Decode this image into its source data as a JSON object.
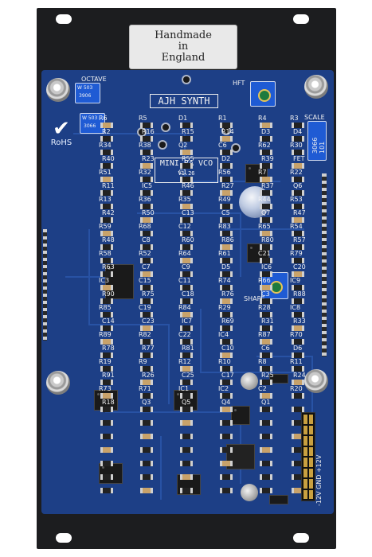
{
  "sticker": {
    "line1": "Handmade",
    "line2": "in",
    "line3": "England"
  },
  "pcb": {
    "brand": "AJH SYNTH",
    "model": "MINI RA VCO",
    "version": "V1.26",
    "rohs": "RoHS",
    "trim_octave": "OCTAVE",
    "trim_hft": "HFT",
    "trim_scale": "SCALE",
    "trim_shape": "SHAPE",
    "trim_code": "W 503",
    "trim_code2": "3906",
    "trim_code3": "3066",
    "trim_code4": "101",
    "power": "-12V GND +12V",
    "labels": [
      {
        "t": "R6"
      },
      {
        "t": "R5"
      },
      {
        "t": "D1"
      },
      {
        "t": "R1"
      },
      {
        "t": "R4"
      },
      {
        "t": "R3"
      },
      {
        "t": "R2"
      },
      {
        "t": "R16"
      },
      {
        "t": "R15"
      },
      {
        "t": "R14"
      },
      {
        "t": "D3"
      },
      {
        "t": "D4"
      },
      {
        "t": "R34"
      },
      {
        "t": "R38"
      },
      {
        "t": "Q2"
      },
      {
        "t": "C6"
      },
      {
        "t": "R62"
      },
      {
        "t": "R30"
      },
      {
        "t": "R40"
      },
      {
        "t": "R23"
      },
      {
        "t": "R55"
      },
      {
        "t": "D2"
      },
      {
        "t": "R39"
      },
      {
        "t": "FET"
      },
      {
        "t": "R51"
      },
      {
        "t": "R32"
      },
      {
        "t": "C1"
      },
      {
        "t": "R56"
      },
      {
        "t": "R7"
      },
      {
        "t": "R22"
      },
      {
        "t": "R11"
      },
      {
        "t": "IC5"
      },
      {
        "t": "R46"
      },
      {
        "t": "R27"
      },
      {
        "t": "R37"
      },
      {
        "t": "Q6"
      },
      {
        "t": "R13"
      },
      {
        "t": "R36"
      },
      {
        "t": "R35"
      },
      {
        "t": "R49"
      },
      {
        "t": "R44"
      },
      {
        "t": "R53"
      },
      {
        "t": "R42"
      },
      {
        "t": "R50"
      },
      {
        "t": "C13"
      },
      {
        "t": "C5"
      },
      {
        "t": "Q7"
      },
      {
        "t": "R47"
      },
      {
        "t": "R59"
      },
      {
        "t": "R68"
      },
      {
        "t": "C12"
      },
      {
        "t": "R83"
      },
      {
        "t": "R65"
      },
      {
        "t": "R54"
      },
      {
        "t": "R48"
      },
      {
        "t": "C8"
      },
      {
        "t": "R60"
      },
      {
        "t": "R86"
      },
      {
        "t": "R80"
      },
      {
        "t": "R57"
      },
      {
        "t": "R58"
      },
      {
        "t": "R52"
      },
      {
        "t": "R64"
      },
      {
        "t": "R61"
      },
      {
        "t": "C21"
      },
      {
        "t": "R79"
      },
      {
        "t": "R63"
      },
      {
        "t": "C7"
      },
      {
        "t": "C9"
      },
      {
        "t": "D5"
      },
      {
        "t": "IC6"
      },
      {
        "t": "C20"
      },
      {
        "t": "IC3"
      },
      {
        "t": "C15"
      },
      {
        "t": "C11"
      },
      {
        "t": "R74"
      },
      {
        "t": "R66"
      },
      {
        "t": "IC9"
      },
      {
        "t": "R90"
      },
      {
        "t": "R75"
      },
      {
        "t": "C18"
      },
      {
        "t": "R76"
      },
      {
        "t": "C3"
      },
      {
        "t": "R88"
      },
      {
        "t": "R85"
      },
      {
        "t": "C19"
      },
      {
        "t": "R84"
      },
      {
        "t": "R29"
      },
      {
        "t": "R28"
      },
      {
        "t": "IC8"
      },
      {
        "t": "C14"
      },
      {
        "t": "C23"
      },
      {
        "t": "IC7"
      },
      {
        "t": "R69"
      },
      {
        "t": "R31"
      },
      {
        "t": "R33"
      },
      {
        "t": "R89"
      },
      {
        "t": "R82"
      },
      {
        "t": "C22"
      },
      {
        "t": "IC4"
      },
      {
        "t": "R87"
      },
      {
        "t": "R70"
      },
      {
        "t": "R78"
      },
      {
        "t": "R77"
      },
      {
        "t": "R81"
      },
      {
        "t": "C10"
      },
      {
        "t": "C6"
      },
      {
        "t": "D6"
      },
      {
        "t": "R19"
      },
      {
        "t": "R9"
      },
      {
        "t": "R12"
      },
      {
        "t": "R10"
      },
      {
        "t": "R8"
      },
      {
        "t": "R11"
      },
      {
        "t": "R91"
      },
      {
        "t": "R26"
      },
      {
        "t": "C25"
      },
      {
        "t": "C17"
      },
      {
        "t": "R25"
      },
      {
        "t": "R24"
      },
      {
        "t": "R73"
      },
      {
        "t": "R71"
      },
      {
        "t": "IC1"
      },
      {
        "t": "IC2"
      },
      {
        "t": "C2"
      },
      {
        "t": "R20"
      },
      {
        "t": "R18"
      },
      {
        "t": "Q3"
      },
      {
        "t": "Q5"
      },
      {
        "t": "Q4"
      },
      {
        "t": "Q1"
      }
    ]
  }
}
